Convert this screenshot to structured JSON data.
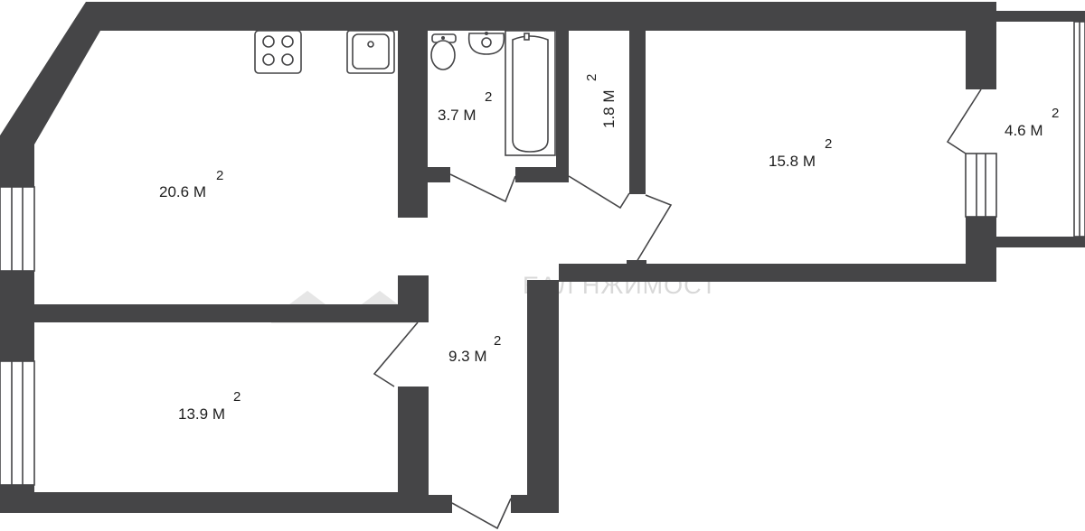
{
  "rooms": [
    {
      "id": "kitchen",
      "area": "20.6",
      "unit": "М",
      "power": "2"
    },
    {
      "id": "bathroom",
      "area": "3.7",
      "unit": "М",
      "power": "2"
    },
    {
      "id": "toilet",
      "area": "1.8",
      "unit": "М",
      "power": "2"
    },
    {
      "id": "bedroom",
      "area": "15.8",
      "unit": "М",
      "power": "2"
    },
    {
      "id": "balcony",
      "area": "4.6",
      "unit": "М",
      "power": "2"
    },
    {
      "id": "hall",
      "area": "9.3",
      "unit": "М",
      "power": "2"
    },
    {
      "id": "room",
      "area": "13.9",
      "unit": "М",
      "power": "2"
    }
  ],
  "watermark": "ЕАЛ НЖИМОСТ",
  "colors": {
    "wall": "#454547",
    "background": "#ffffff",
    "watermark": "#d8d8d8"
  }
}
